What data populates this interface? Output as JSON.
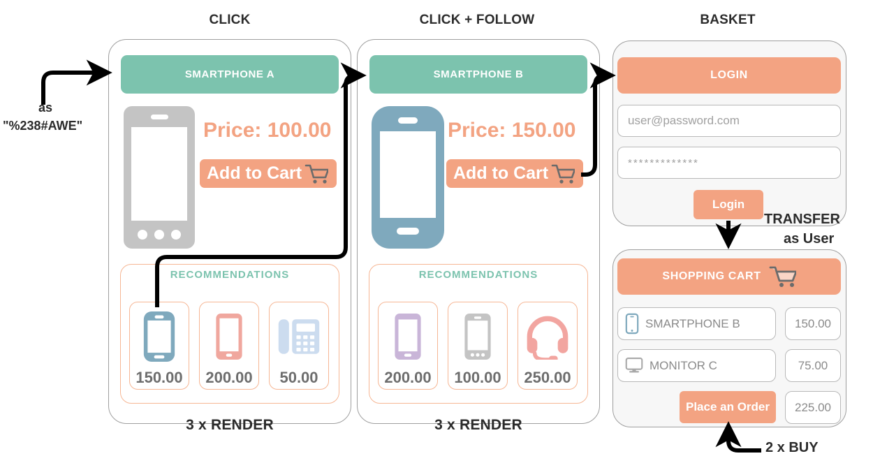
{
  "steps": [
    {
      "label": "CLICK"
    },
    {
      "label": "CLICK + FOLLOW"
    },
    {
      "label": "BASKET"
    }
  ],
  "annotations": {
    "entry_as": "as",
    "entry_token": "\"%238#AWE\"",
    "transfer": "TRANSFER",
    "transfer_as": "as User",
    "buy": "2 x BUY",
    "render_left": "3 x RENDER",
    "render_middle": "3 x RENDER"
  },
  "panel_a": {
    "header": "SMARTPHONE A",
    "price": "Price: 100.00",
    "add_to_cart": "Add to Cart",
    "device_icon": "smartphone-grey-icon",
    "recommendations": {
      "title": "RECOMMENDATIONS",
      "items": [
        {
          "icon": "smartphone-blue-icon",
          "price": "150.00"
        },
        {
          "icon": "smartphone-salmon-icon",
          "price": "200.00"
        },
        {
          "icon": "desk-phone-icon",
          "price": "50.00"
        }
      ]
    }
  },
  "panel_b": {
    "header": "SMARTPHONE B",
    "price": "Price: 150.00",
    "add_to_cart": "Add to Cart",
    "device_icon": "smartphone-blue-icon",
    "recommendations": {
      "title": "RECOMMENDATIONS",
      "items": [
        {
          "icon": "smartphone-purple-icon",
          "price": "200.00"
        },
        {
          "icon": "smartphone-grey-icon",
          "price": "100.00"
        },
        {
          "icon": "headset-icon",
          "price": "250.00"
        }
      ]
    }
  },
  "panel_login": {
    "header": "LOGIN",
    "email_placeholder": "user@password.com",
    "password_value": "*************",
    "submit_label": "Login"
  },
  "panel_cart": {
    "header": "SHOPPING CART",
    "cart_icon": "shopping-cart-icon",
    "rows": [
      {
        "icon": "smartphone-small-blue-icon",
        "name": "SMARTPHONE B",
        "amount": "150.00"
      },
      {
        "icon": "monitor-icon",
        "name": "MONITOR C",
        "amount": "75.00"
      }
    ],
    "order_button": "Place an Order",
    "total": "225.00"
  },
  "colors": {
    "teal": "#7cc3ae",
    "orange": "#f3a382",
    "rec_border": "#f6b694",
    "panel_border": "#9e9e9e",
    "grey_text": "#6d6d6d",
    "icon_grey": "#c4c4c4",
    "icon_blue": "#7fa9bd",
    "icon_salmon": "#f0a79e",
    "icon_lightblue": "#ccdcef",
    "icon_purple": "#c9b5d8",
    "icon_pink": "#f2a5a0"
  }
}
